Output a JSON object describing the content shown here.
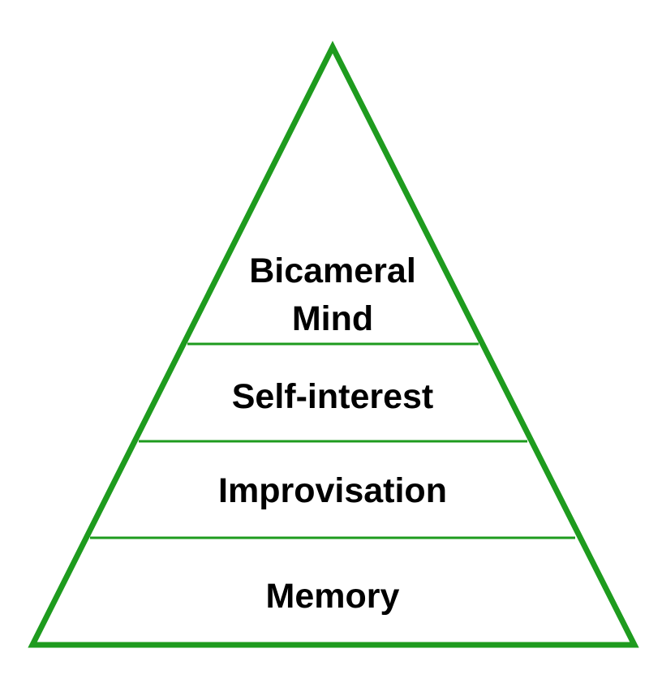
{
  "diagram": {
    "type": "pyramid",
    "stroke_color": "#1e9b1e",
    "text_color": "#000000",
    "background": "#ffffff",
    "tiers_top_to_bottom": [
      {
        "id": "bicameral-mind",
        "lines": [
          "Bicameral",
          "Mind"
        ]
      },
      {
        "id": "self-interest",
        "lines": [
          "Self-interest"
        ]
      },
      {
        "id": "improvisation",
        "lines": [
          "Improvisation"
        ]
      },
      {
        "id": "memory",
        "lines": [
          "Memory"
        ]
      }
    ]
  }
}
